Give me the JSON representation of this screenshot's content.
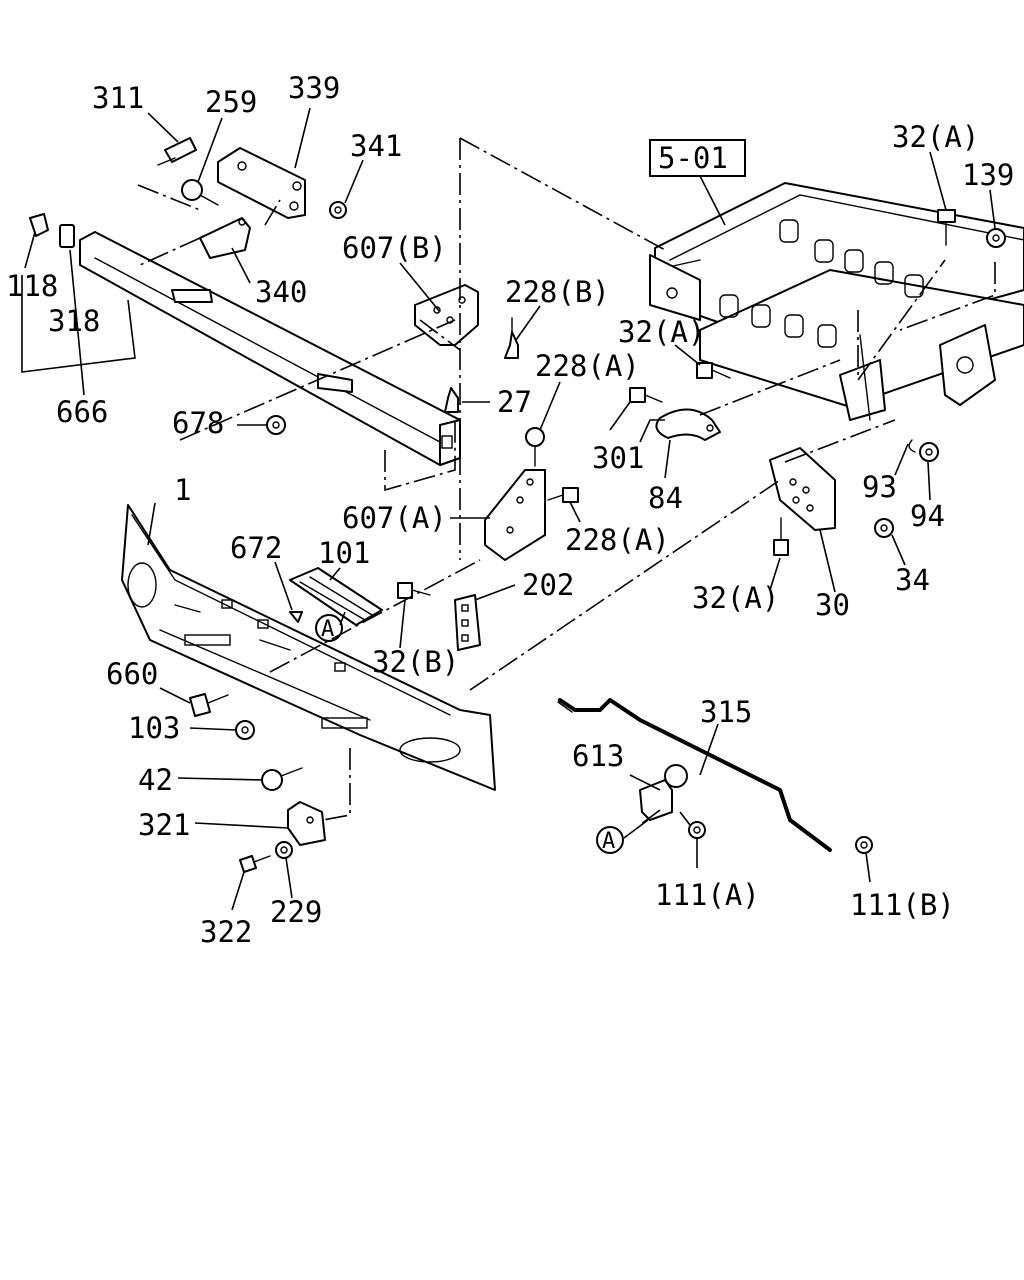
{
  "diagram": {
    "reference_box": "5-01",
    "callout_letter": "A",
    "part_numbers": {
      "p311": "311",
      "p259": "259",
      "p339": "339",
      "p341": "341",
      "p118": "118",
      "p318": "318",
      "p340": "340",
      "p666": "666",
      "p607b": "607(B)",
      "p228b": "228(B)",
      "p228a_top": "228(A)",
      "p27": "27",
      "p678": "678",
      "p32a_top": "32(A)",
      "p139": "139",
      "p32a_mid": "32(A)",
      "p301": "301",
      "p84": "84",
      "p93": "93",
      "p94": "94",
      "p607a": "607(A)",
      "p228a_low": "228(A)",
      "p1": "1",
      "p672": "672",
      "p101": "101",
      "p202": "202",
      "p32a_low": "32(A)",
      "p30": "30",
      "p34": "34",
      "p32b": "32(B)",
      "p660": "660",
      "p103": "103",
      "p42": "42",
      "p321": "321",
      "p322": "322",
      "p229": "229",
      "p315": "315",
      "p613": "613",
      "p111a": "111(A)",
      "p111b": "111(B)"
    }
  }
}
